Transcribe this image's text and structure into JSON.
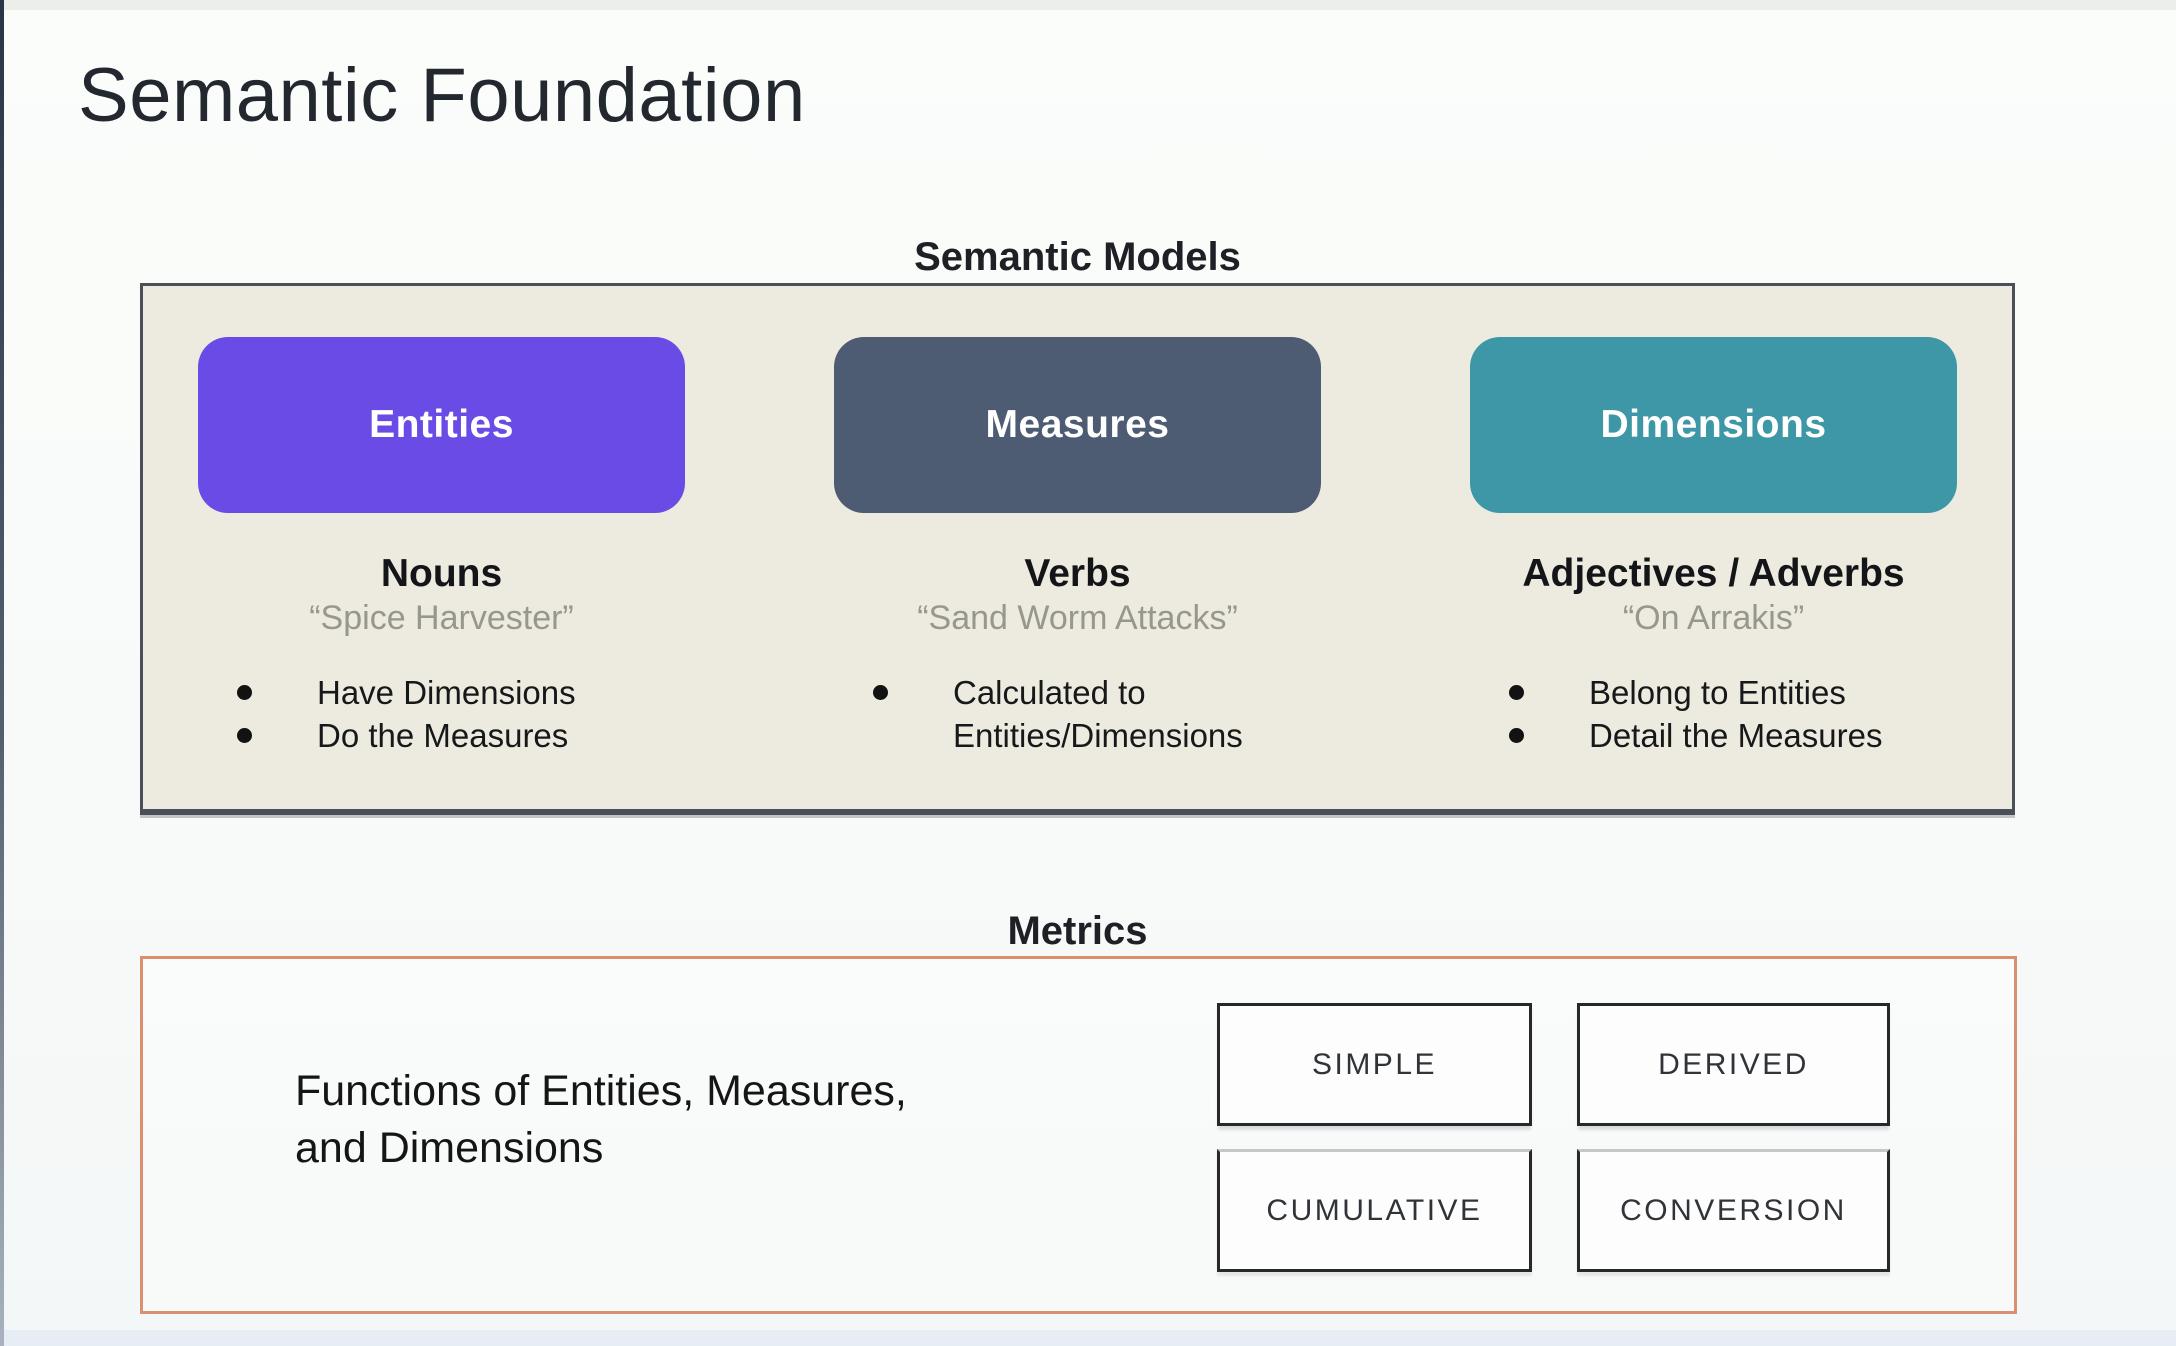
{
  "slide": {
    "title": "Semantic Foundation"
  },
  "colors": {
    "entities": "#6A4BE6",
    "measures": "#4D5C72",
    "dimensions": "#3E97A6",
    "panel_bg": "#EDEBDF",
    "metrics_border": "#D98F70"
  },
  "models": {
    "heading": "Semantic Models",
    "columns": [
      {
        "label": "Entities",
        "word_type": "Nouns",
        "example": "“Spice Harvester”",
        "bullets": [
          "Have Dimensions",
          "Do the Measures"
        ]
      },
      {
        "label": "Measures",
        "word_type": "Verbs",
        "example": "“Sand Worm Attacks”",
        "bullets": [
          "Calculated to Entities/Dimensions"
        ]
      },
      {
        "label": "Dimensions",
        "word_type": "Adjectives / Adverbs",
        "example": "“On Arrakis”",
        "bullets": [
          "Belong to Entities",
          "Detail the Measures"
        ]
      }
    ]
  },
  "metrics": {
    "heading": "Metrics",
    "description": "Functions of Entities, Measures, and Dimensions",
    "types": [
      "SIMPLE",
      "DERIVED",
      "CUMULATIVE",
      "CONVERSION"
    ]
  }
}
